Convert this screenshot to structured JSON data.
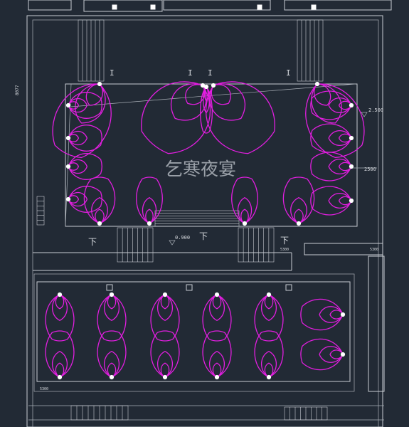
{
  "watermark": "乞寒夜宴",
  "dimensions": {
    "span_right": "2500",
    "level_top_right": "2.500",
    "level_mid": "0.900",
    "left_wall": "8077",
    "stair_label_a": "5300",
    "stair_label_b": "5300",
    "lower_left_mark": "5300"
  },
  "stair_down_labels": [
    "下",
    "下",
    "下"
  ],
  "colors": {
    "background": "#222a35",
    "lighting": "#e21ee0",
    "walls": "#c8ccd2",
    "text": "#d6d9de"
  }
}
